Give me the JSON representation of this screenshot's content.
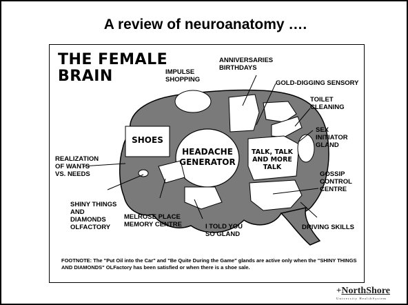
{
  "slide": {
    "title": "A review of neuroanatomy …."
  },
  "cartoon": {
    "title": "THE FEMALE\nBRAIN",
    "regions": {
      "shoes": "SHOES",
      "headache_generator": "HEADACHE\nGENERATOR",
      "talk": "TALK, TALK\nAND MORE\nTALK"
    },
    "labels": {
      "impulse_shopping": "IMPULSE\nSHOPPING",
      "anniversaries": "ANNIVERSARIES\nBIRTHDAYS",
      "gold_digging": "GOLD-DIGGING SENSORY",
      "toilet_cleaning": "TOILET\nCLEANING",
      "sex_initiator": "SEX\nINITIATOR\nGLAND",
      "realization": "REALIZATION\nOF WANTS\nVS. NEEDS",
      "gossip": "GOSSIP\nCONTROL\nCENTRE",
      "shiny_things": "SHINY THINGS\nAND\nDIAMONDS\nOLFACTORY",
      "melrose": "MELROSE PLACE\nMEMORY CENTRE",
      "i_told_you": "I TOLD YOU\nSO GLAND",
      "driving_skills": "DRIVING SKILLS"
    },
    "footnote": "FOOTNOTE: The \"Put Oil into the Car\" and \"Be Quite During the Game\" glands are active only when the \"SHINY THINGS AND DIAMONDS\" OLFactory has been satisfied or when there is a shoe sale."
  },
  "logo": {
    "plus": "+",
    "name": "NorthShore",
    "sub": "University HealthSystem"
  },
  "colors": {
    "brain_fill": "#7a7a7a",
    "region_fill": "#ffffff",
    "outline": "#000000"
  }
}
